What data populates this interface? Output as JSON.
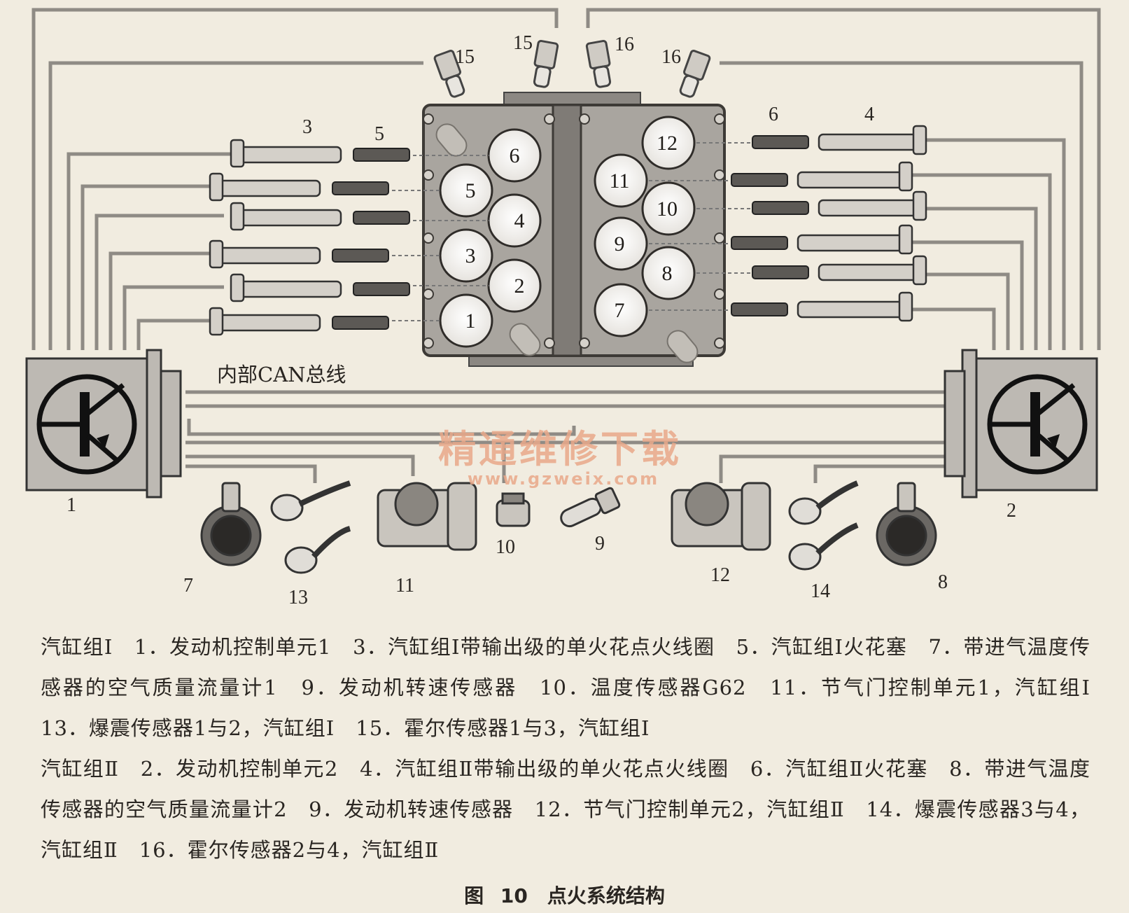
{
  "diagram": {
    "can_bus_label": "内部CAN总线",
    "ecu_labels": {
      "ecu1": "1",
      "ecu2": "2"
    },
    "top_labels": {
      "hall_a": "15",
      "hall_b": "15",
      "hall_c": "16",
      "hall_d": "16"
    },
    "left_column_labels": {
      "coil": "3",
      "plug": "5"
    },
    "right_column_labels": {
      "plug": "6",
      "coil": "4"
    },
    "bank1_cylinders": [
      "6",
      "5",
      "4",
      "3",
      "2",
      "1"
    ],
    "bank2_cylinders": [
      "12",
      "11",
      "10",
      "9",
      "8",
      "7"
    ],
    "bottom_labels": {
      "maf1": "7",
      "knock1": "13",
      "throttle1": "11",
      "temp": "10",
      "rpm": "9",
      "throttle2": "12",
      "knock2": "14",
      "maf2": "8"
    },
    "watermark": {
      "title": "精通维修下载",
      "url": "www.gzweix.com"
    }
  },
  "legend": {
    "bank1": "汽缸组Ⅰ　1．发动机控制单元1　3．汽缸组Ⅰ带输出级的单火花点火线圈　5．汽缸组Ⅰ火花塞　7．带进气温度传感器的空气质量流量计1　9．发动机转速传感器　10．温度传感器G62　11．节气门控制单元1，汽缸组Ⅰ　13．爆震传感器1与2，汽缸组Ⅰ　15．霍尔传感器1与3，汽缸组Ⅰ",
    "bank2": "汽缸组Ⅱ　2．发动机控制单元2　4．汽缸组Ⅱ带输出级的单火花点火线圈　6．汽缸组Ⅱ火花塞　8．带进气温度传感器的空气质量流量计2　9．发动机转速传感器　12．节气门控制单元2，汽缸组Ⅱ　14．爆震传感器3与4，汽缸组Ⅱ　16．霍尔传感器2与4，汽缸组Ⅱ"
  },
  "caption": "图 10　点火系统结构"
}
